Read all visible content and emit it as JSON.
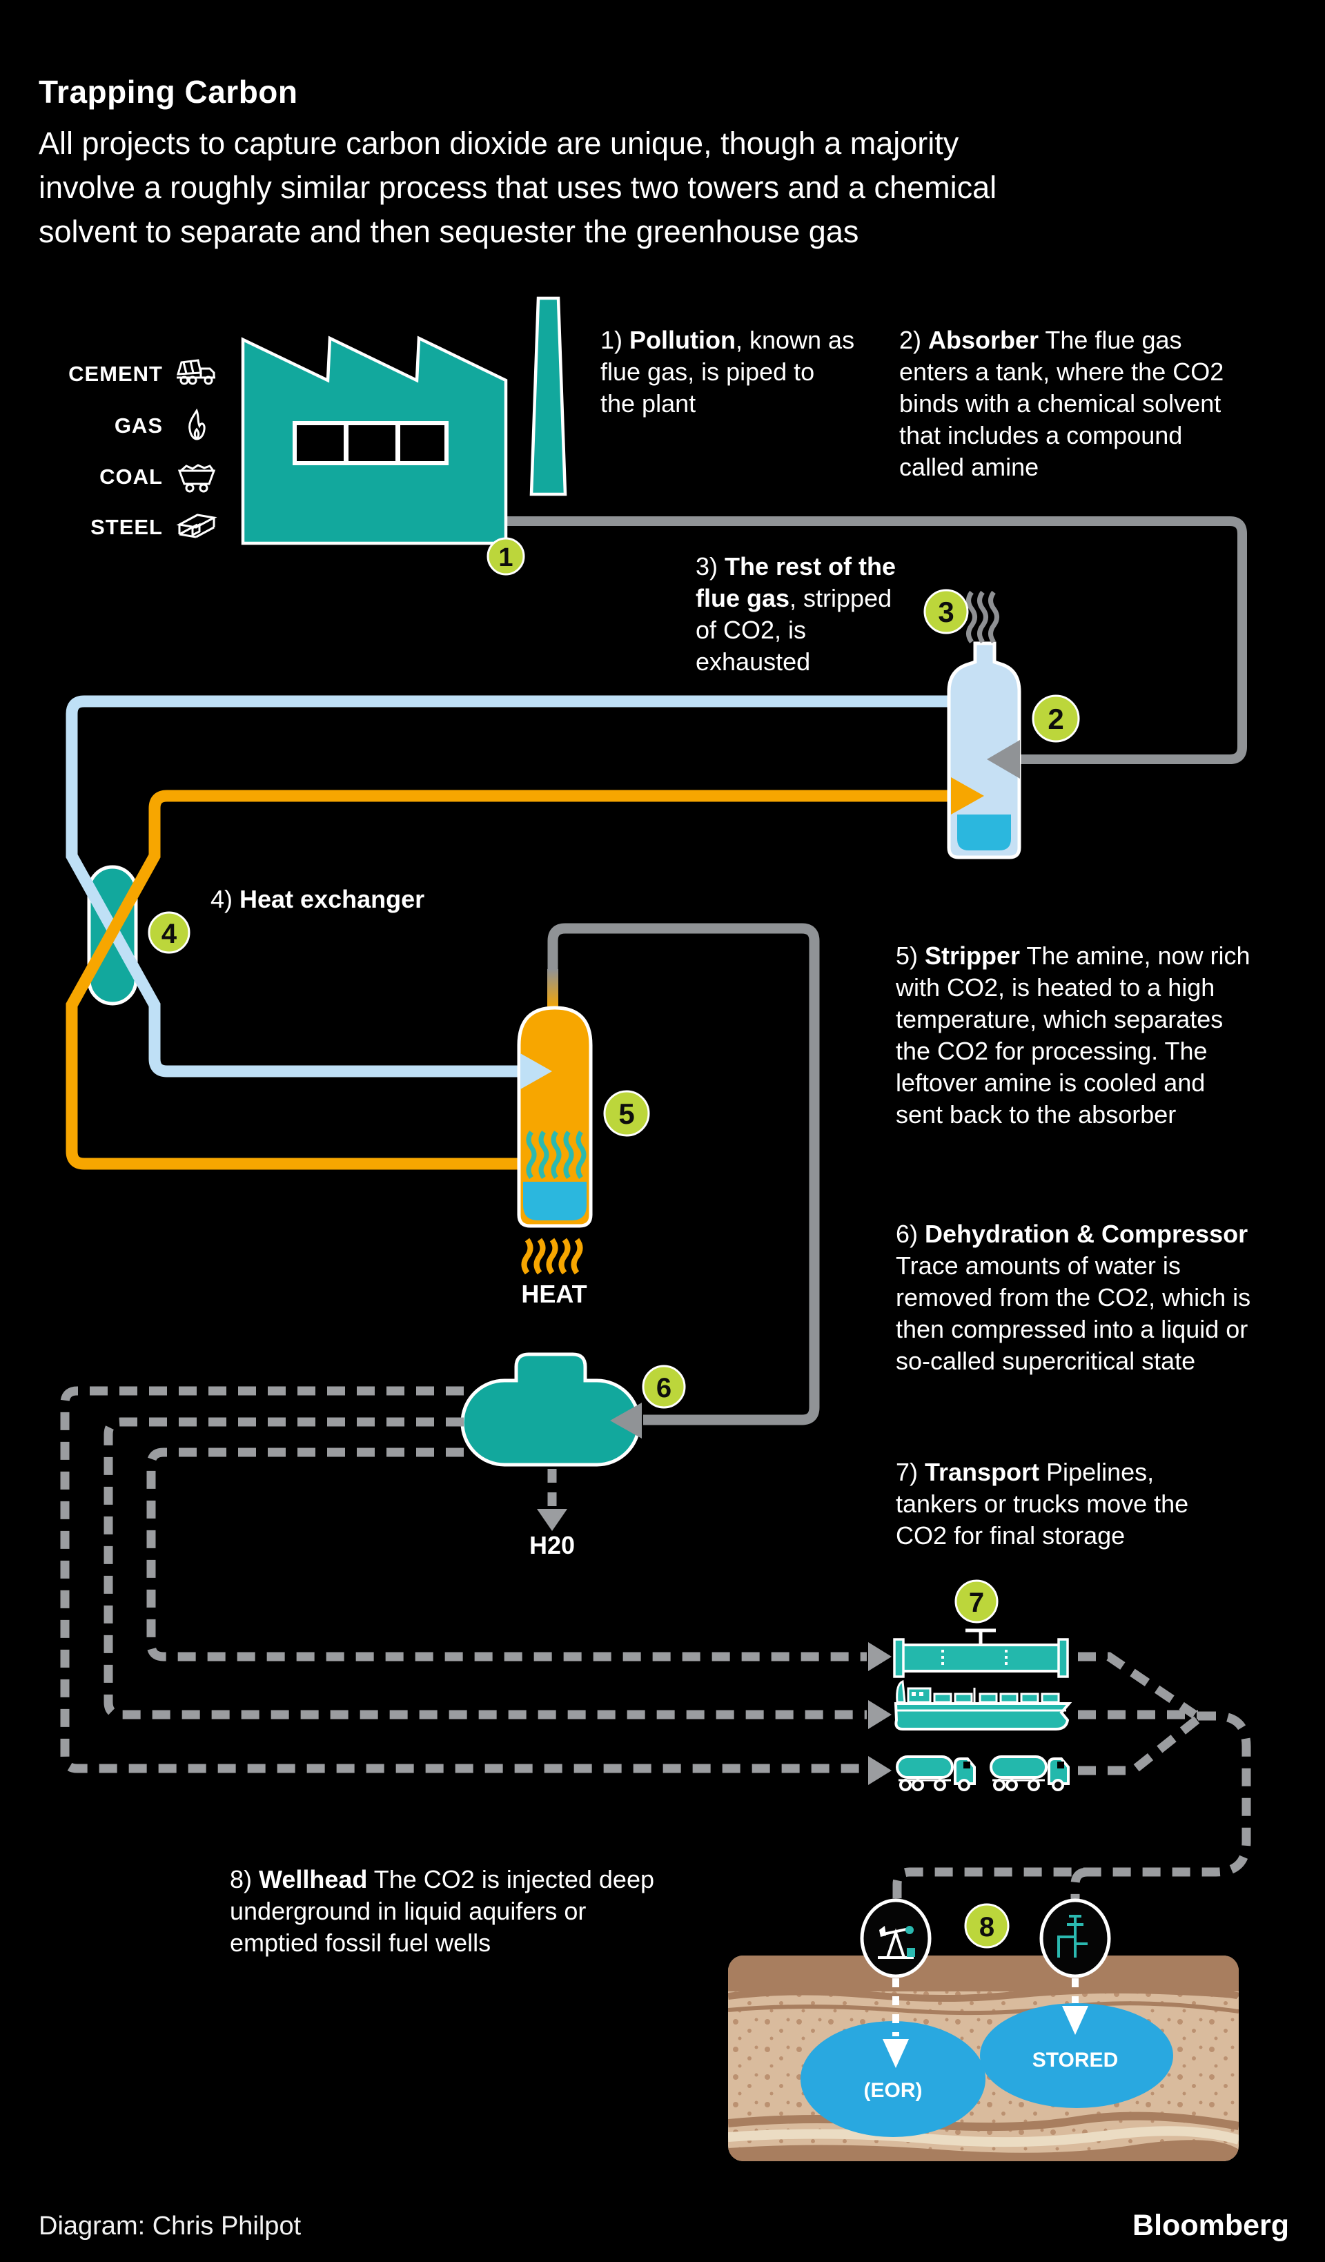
{
  "header": {
    "title": "Trapping Carbon",
    "subtitle_lines": [
      "All projects to capture carbon dioxide are unique, though a majority",
      "involve a roughly similar process that uses two towers and a chemical",
      "solvent to separate and then sequester the greenhouse gas"
    ]
  },
  "sources": [
    {
      "label": "CEMENT",
      "icon": "cement-truck-icon"
    },
    {
      "label": "GAS",
      "icon": "flame-icon"
    },
    {
      "label": "COAL",
      "icon": "coal-cart-icon"
    },
    {
      "label": "STEEL",
      "icon": "steel-beam-icon"
    }
  ],
  "steps": {
    "s1": {
      "prefix": "1) ",
      "bold": "Pollution",
      "rest": ", known as flue gas, is piped to the plant"
    },
    "s2": {
      "prefix": "2) ",
      "bold": "Absorber",
      "rest": " The flue gas enters a tank, where the CO2 binds with a chemical solvent that includes a compound called amine"
    },
    "s3": {
      "prefix": "3) ",
      "bold": "The rest of the flue gas",
      "rest": ", stripped of CO2, is exhausted"
    },
    "s4": {
      "prefix": "4) ",
      "bold": "Heat exchanger",
      "rest": ""
    },
    "s5": {
      "prefix": "5) ",
      "bold": "Stripper",
      "rest": " The amine, now rich with CO2, is heated to a high temperature, which separates the CO2 for processing. The leftover amine is cooled and sent back to the absorber"
    },
    "s6": {
      "prefix": "6) ",
      "bold": "Dehydration & Compressor",
      "rest": " Trace amounts of water is removed from the CO2, which is then compressed into a liquid or so-called supercritical state"
    },
    "s7": {
      "prefix": "7) ",
      "bold": "Transport",
      "rest": " Pipelines, tankers or trucks move the CO2 for final storage"
    },
    "s8": {
      "prefix": "8) ",
      "bold": "Wellhead",
      "rest": " The CO2 is injected deep underground in liquid aquifers or emptied fossil fuel wells"
    }
  },
  "badges": {
    "b1": "1",
    "b2": "2",
    "b3": "3",
    "b4": "4",
    "b5": "5",
    "b6": "6",
    "b7": "7",
    "b8": "8"
  },
  "labels": {
    "heat": "HEAT",
    "h2o": "H20",
    "eor": "(EOR)",
    "stored": "STORED"
  },
  "footer": {
    "credit": "Diagram: Chris Philpot",
    "brand": "Bloomberg"
  },
  "colors": {
    "background": "#000000",
    "teal": "#12A89D",
    "vehicle_teal": "#23B8AC",
    "light_blue_pipe": "#BFE0F6",
    "tank_blue": "#C6E0F4",
    "cyan_liquid": "#2BB7DE",
    "orange": "#F7A600",
    "pipe_gray": "#909396",
    "dash_gray": "#9B9DA0",
    "badge_green": "#BCD63B",
    "storage_blue": "#29A8E0",
    "ground_dark": "#A87E5F",
    "ground_light": "#D9BB9D"
  }
}
